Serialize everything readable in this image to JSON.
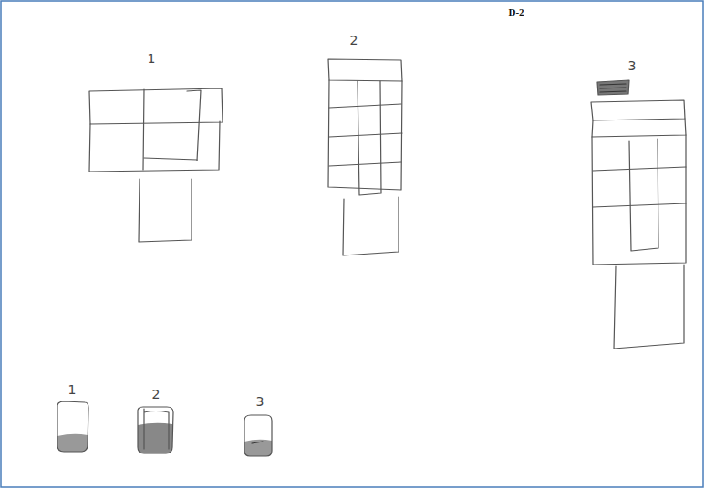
{
  "diagram": {
    "labels": [
      "D-2",
      "1",
      "2",
      "3",
      "1",
      "2",
      "3"
    ]
  }
}
